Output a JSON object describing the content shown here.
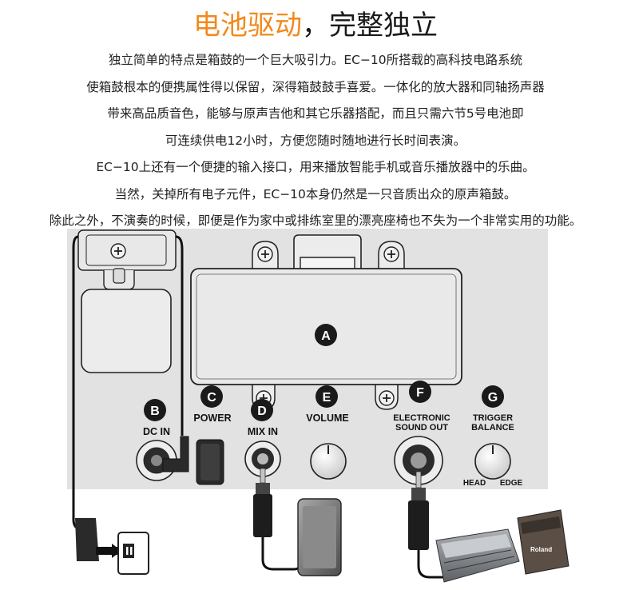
{
  "title": {
    "accent": "电池驱动",
    "sep": "，",
    "rest": "完整独立"
  },
  "paragraph": [
    "独立简单的特点是箱鼓的一个巨大吸引力。EC−10所搭载的高科技电路系统",
    "使箱鼓根本的便携属性得以保留，深得箱鼓鼓手喜爱。一体化的放大器和同轴扬声器",
    "带来高品质音色，能够与原声吉他和其它乐器搭配，而且只需六节5号电池即",
    "可连续供电12小时，方便您随时随地进行长时间表演。",
    "EC−10上还有一个便捷的输入接口，用来播放智能手机或音乐播放器中的乐曲。",
    "当然，关掉所有电子元件，EC−10本身仍然是一只音质出众的原声箱鼓。",
    "除此之外，不演奏的时候，即便是作为家中或排练室里的漂亮座椅也不失为一个非常实用的功能。"
  ],
  "diagram": {
    "badges": {
      "a": "A",
      "b": "B",
      "c": "C",
      "d": "D",
      "e": "E",
      "f": "F",
      "g": "G"
    },
    "labels": {
      "dc_in": "DC IN",
      "power": "POWER",
      "mix_in": "MIX IN",
      "volume": "VOLUME",
      "sound_out_1": "ELECTRONIC",
      "sound_out_2": "SOUND OUT",
      "trigger_1": "TRIGGER",
      "trigger_2": "BALANCE",
      "head": "HEAD",
      "edge": "EDGE"
    },
    "amp_brand": "Roland"
  },
  "colors": {
    "accent": "#f08a1c",
    "panel": "#e2e2e2",
    "badge": "#1a1a1a"
  }
}
